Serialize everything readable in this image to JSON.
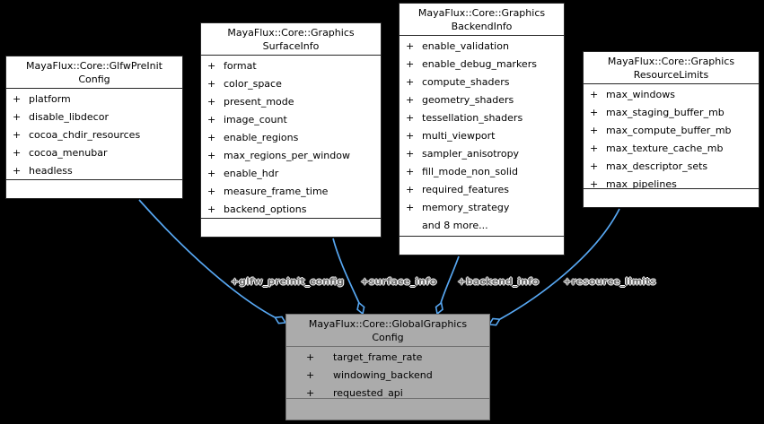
{
  "diagram": {
    "type": "uml-collaboration-diagram",
    "colors": {
      "background": "#000000",
      "edge": "#57a7f2",
      "node_fill": "#ffffff",
      "node_border": "#262626",
      "highlight_fill": "#ababab",
      "highlight_border": "#6f6f6f",
      "edge_label_text": "#6e6e6e"
    }
  },
  "classes": [
    {
      "title_line1": "MayaFlux::Core::GlfwPreInit",
      "title_line2": "Config",
      "attributes": [
        {
          "vis": "+",
          "name": "platform"
        },
        {
          "vis": "+",
          "name": "disable_libdecor"
        },
        {
          "vis": "+",
          "name": "cocoa_chdir_resources"
        },
        {
          "vis": "+",
          "name": "cocoa_menubar"
        },
        {
          "vis": "+",
          "name": "headless"
        }
      ]
    },
    {
      "title_line1": "MayaFlux::Core::Graphics",
      "title_line2": "SurfaceInfo",
      "attributes": [
        {
          "vis": "+",
          "name": "format"
        },
        {
          "vis": "+",
          "name": "color_space"
        },
        {
          "vis": "+",
          "name": "present_mode"
        },
        {
          "vis": "+",
          "name": "image_count"
        },
        {
          "vis": "+",
          "name": "enable_regions"
        },
        {
          "vis": "+",
          "name": "max_regions_per_window"
        },
        {
          "vis": "+",
          "name": "enable_hdr"
        },
        {
          "vis": "+",
          "name": "measure_frame_time"
        },
        {
          "vis": "+",
          "name": "backend_options"
        }
      ]
    },
    {
      "title_line1": "MayaFlux::Core::Graphics",
      "title_line2": "BackendInfo",
      "attributes": [
        {
          "vis": "+",
          "name": "enable_validation"
        },
        {
          "vis": "+",
          "name": "enable_debug_markers"
        },
        {
          "vis": "+",
          "name": "compute_shaders"
        },
        {
          "vis": "+",
          "name": "geometry_shaders"
        },
        {
          "vis": "+",
          "name": "tessellation_shaders"
        },
        {
          "vis": "+",
          "name": "multi_viewport"
        },
        {
          "vis": "+",
          "name": "sampler_anisotropy"
        },
        {
          "vis": "+",
          "name": "fill_mode_non_solid"
        },
        {
          "vis": "+",
          "name": "required_features"
        },
        {
          "vis": "+",
          "name": "memory_strategy"
        },
        {
          "vis": "",
          "name": "and 8 more..."
        }
      ]
    },
    {
      "title_line1": "MayaFlux::Core::Graphics",
      "title_line2": "ResourceLimits",
      "attributes": [
        {
          "vis": "+",
          "name": "max_windows"
        },
        {
          "vis": "+",
          "name": "max_staging_buffer_mb"
        },
        {
          "vis": "+",
          "name": "max_compute_buffer_mb"
        },
        {
          "vis": "+",
          "name": "max_texture_cache_mb"
        },
        {
          "vis": "+",
          "name": "max_descriptor_sets"
        },
        {
          "vis": "+",
          "name": "max_pipelines"
        }
      ]
    },
    {
      "title_line1": "MayaFlux::Core::GlobalGraphics",
      "title_line2": "Config",
      "attributes": [
        {
          "vis": "+",
          "name": "target_frame_rate"
        },
        {
          "vis": "+",
          "name": "windowing_backend"
        },
        {
          "vis": "+",
          "name": "requested_api"
        }
      ]
    }
  ],
  "edges": [
    {
      "label": "+glfw_preinit_config"
    },
    {
      "label": "+surface_info"
    },
    {
      "label": "+backend_info"
    },
    {
      "label": "+resource_limits"
    }
  ]
}
